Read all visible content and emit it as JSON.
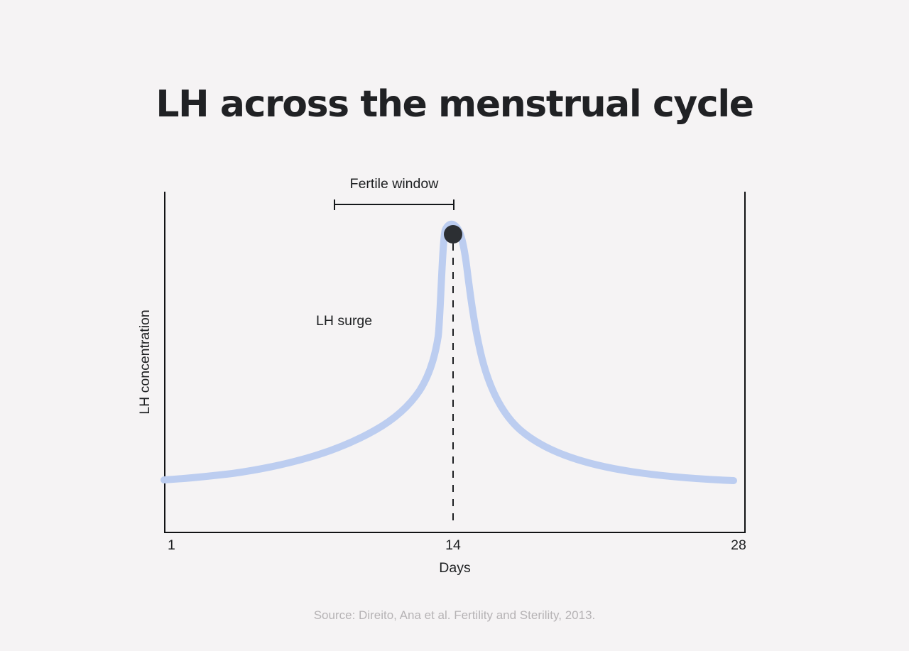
{
  "chart_data": {
    "type": "line",
    "title": "LH across the menstrual cycle",
    "xlabel": "Days",
    "ylabel": "LH concentration",
    "xlim": [
      1,
      28
    ],
    "ylim": [
      0,
      100
    ],
    "grid": false,
    "legend": "none",
    "tick_labels": {
      "x": [
        "1",
        "14",
        "28"
      ],
      "y": []
    },
    "series": [
      {
        "name": "LH concentration",
        "color": "#bccdf0",
        "x": [
          1,
          2,
          3,
          4,
          5,
          6,
          7,
          8,
          9,
          10,
          11,
          12,
          13,
          13.6,
          14,
          14.4,
          15,
          16,
          17,
          18,
          19,
          20,
          21,
          22,
          23,
          24,
          25,
          26,
          27,
          28
        ],
        "y": [
          6,
          6.5,
          7,
          7.5,
          8.5,
          9.5,
          11,
          13,
          16,
          20,
          27,
          41,
          72,
          96,
          100,
          92,
          60,
          34,
          24,
          19,
          16,
          14,
          12.5,
          11.5,
          10.5,
          9.5,
          8.5,
          8,
          7.2,
          6.5
        ]
      }
    ],
    "annotations": [
      {
        "name": "fertile-window",
        "label": "Fertile window",
        "type": "range-bracket",
        "x_start": 9,
        "x_end": 14
      },
      {
        "name": "lh-surge",
        "label": "LH surge",
        "type": "text",
        "x": 8,
        "y": 48
      },
      {
        "name": "ovulation-marker",
        "label": "",
        "type": "point",
        "x": 14,
        "y": 99,
        "color": "#2c2f33"
      },
      {
        "name": "ovulation-line",
        "label": "",
        "type": "vline-dashed",
        "x": 14
      }
    ],
    "source": "Source: Direito, Ana et al. Fertility and Sterility, 2013."
  },
  "colors": {
    "background": "#f5f3f4",
    "curve": "#bccdf0",
    "axis": "#111214",
    "text": "#1d1f21",
    "title": "#202124",
    "marker": "#2c2f33",
    "source_text": "#b6b3b5"
  }
}
